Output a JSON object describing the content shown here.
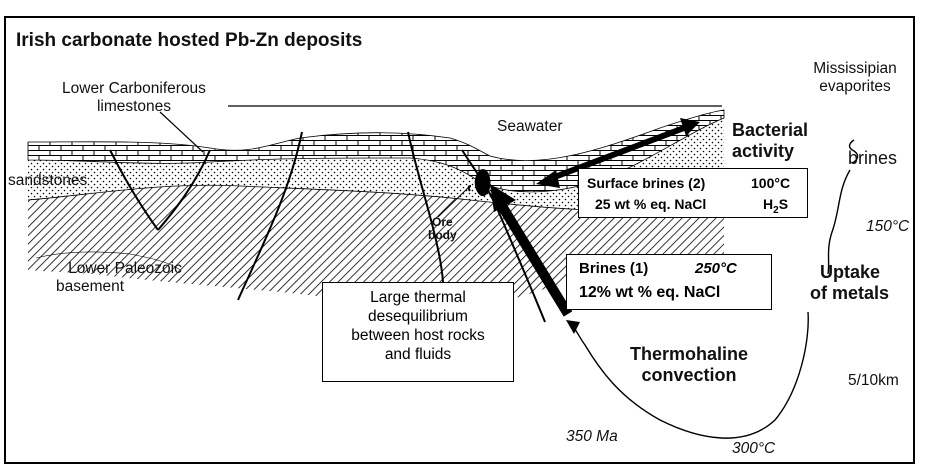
{
  "title": "Irish carbonate hosted Pb-Zn deposits",
  "labels": {
    "limestones": [
      "Lower Carboniferous",
      "limestones"
    ],
    "sandstones": "sandstones",
    "basement": [
      "Lower Paleozoic",
      "basement"
    ],
    "seawater": "Seawater",
    "evaporites": [
      "Mississipian",
      "evaporites"
    ],
    "brines": "brines",
    "bacterial": [
      "Bacterial",
      "activity"
    ],
    "ore_body": [
      "Ore",
      "body"
    ],
    "uptake": [
      "Uptake",
      "of metals"
    ],
    "thermohaline": [
      "Thermohaline",
      "convection"
    ],
    "temp_150": "150°C",
    "depth": "5/10km",
    "age": "350 Ma",
    "temp_300": "300°C"
  },
  "surface_brines_box": {
    "name": "Surface brines (2)",
    "temp": "100°C",
    "salinity": "25 wt % eq. NaCl",
    "h2s_main": "H",
    "h2s_sub": "2",
    "h2s_end": "S"
  },
  "brines_box": {
    "name": "Brines (1)",
    "temp": "250°C",
    "salinity": "12%  wt % eq. NaCl"
  },
  "desequilibrium_box": [
    "Large thermal",
    "desequilibrium",
    "between host rocks",
    "and fluids"
  ]
}
